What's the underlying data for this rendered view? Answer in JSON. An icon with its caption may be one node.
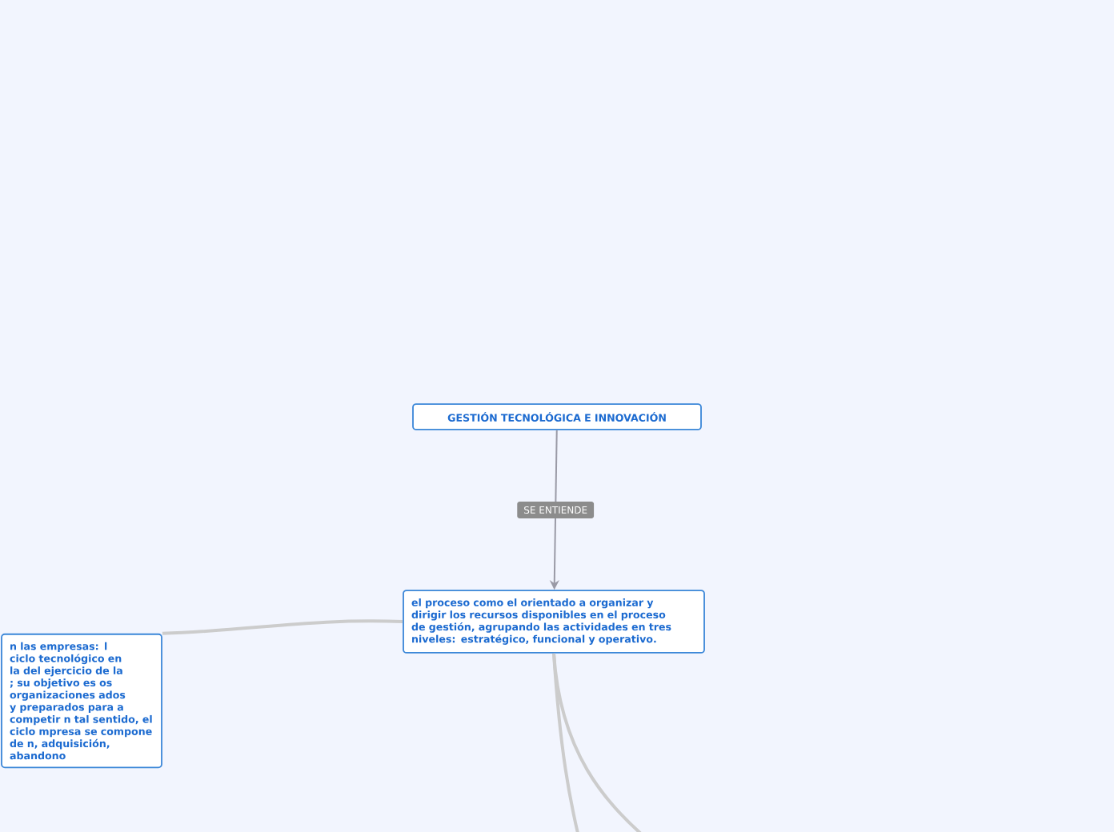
{
  "diagram": {
    "nodes": [
      {
        "text": [
          "GESTIÓN TECNOLÓGICA E INNOVACIÓN"
        ]
      },
      {
        "text": [
          "el proceso como el orientado a organizar y dirigir los recursos disponibles en el proceso de gestión, agrupando las actividades en tres niveles: estratégico, funcional y operativo."
        ]
      },
      {
        "text": [
          "n las empresas: l ciclo tecnológico en la del ejercicio de la ; su objetivo es os organizaciones ados y preparados para a competir n tal sentido, el ciclo mpresa se compone de n, adquisición, abandono"
        ]
      }
    ],
    "edges": [
      {
        "from": 0,
        "to": 1,
        "arrow": "to",
        "label": "SE ENTIENDE",
        "color": "#9a9aa6"
      },
      {
        "from": 1,
        "to": 2,
        "arrow": "none"
      },
      {
        "from": 1,
        "to": null,
        "arrow": "none"
      },
      {
        "from": 1,
        "to": null,
        "arrow": "none"
      }
    ]
  }
}
